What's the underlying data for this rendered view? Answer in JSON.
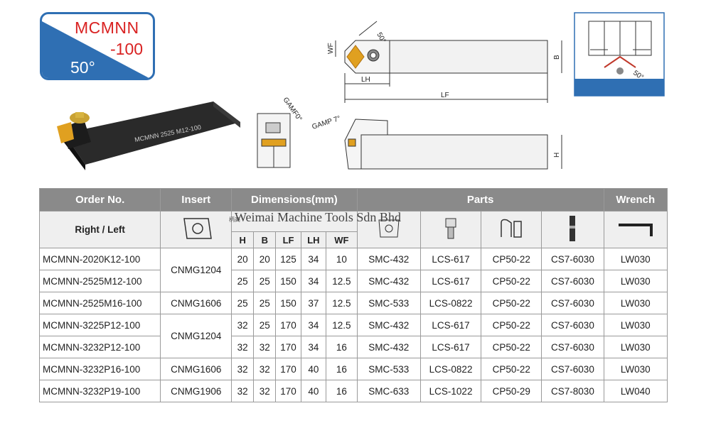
{
  "badge": {
    "line1": "MCMNN",
    "line2": "-100",
    "angle": "50°",
    "colors": {
      "border": "#2f6fb3",
      "fill": "#2f6fb3",
      "text": "#d92222"
    }
  },
  "tool_engraving": "MCMNN 2525 M12-100",
  "drawing_labels": {
    "angle_top": "50°",
    "wf": "WF",
    "lh": "LH",
    "lf": "LF",
    "b": "B",
    "h": "H",
    "gamf": "GAMF0°",
    "gamp": "GAMP 7°",
    "detail_angle": "50°"
  },
  "watermark": "Weimai Machine Tools Sdn Bhd",
  "hint_text": "柄高",
  "table": {
    "headers": {
      "order": "Order No.",
      "insert": "Insert",
      "dimensions": "Dimensions(mm)",
      "parts": "Parts",
      "wrench": "Wrench",
      "right_left": "Right / Left"
    },
    "dim_cols": [
      "H",
      "B",
      "LF",
      "LH",
      "WF"
    ],
    "rows": [
      {
        "order": "MCMNN-2020K12-100",
        "H": "20",
        "B": "20",
        "LF": "125",
        "LH": "34",
        "WF": "10",
        "p1": "SMC-432",
        "p2": "LCS-617",
        "p3": "CP50-22",
        "p4": "CS7-6030",
        "wrench": "LW030"
      },
      {
        "order": "MCMNN-2525M12-100",
        "H": "25",
        "B": "25",
        "LF": "150",
        "LH": "34",
        "WF": "12.5",
        "p1": "SMC-432",
        "p2": "LCS-617",
        "p3": "CP50-22",
        "p4": "CS7-6030",
        "wrench": "LW030"
      },
      {
        "order": "MCMNN-2525M16-100",
        "H": "25",
        "B": "25",
        "LF": "150",
        "LH": "37",
        "WF": "12.5",
        "p1": "SMC-533",
        "p2": "LCS-0822",
        "p3": "CP50-22",
        "p4": "CS7-6030",
        "wrench": "LW030"
      },
      {
        "order": "MCMNN-3225P12-100",
        "H": "32",
        "B": "25",
        "LF": "170",
        "LH": "34",
        "WF": "12.5",
        "p1": "SMC-432",
        "p2": "LCS-617",
        "p3": "CP50-22",
        "p4": "CS7-6030",
        "wrench": "LW030"
      },
      {
        "order": "MCMNN-3232P12-100",
        "H": "32",
        "B": "32",
        "LF": "170",
        "LH": "34",
        "WF": "16",
        "p1": "SMC-432",
        "p2": "LCS-617",
        "p3": "CP50-22",
        "p4": "CS7-6030",
        "wrench": "LW030"
      },
      {
        "order": "MCMNN-3232P16-100",
        "H": "32",
        "B": "32",
        "LF": "170",
        "LH": "40",
        "WF": "16",
        "p1": "SMC-533",
        "p2": "LCS-0822",
        "p3": "CP50-22",
        "p4": "CS7-6030",
        "wrench": "LW030"
      },
      {
        "order": "MCMNN-3232P19-100",
        "H": "32",
        "B": "32",
        "LF": "170",
        "LH": "40",
        "WF": "16",
        "p1": "SMC-633",
        "p2": "LCS-1022",
        "p3": "CP50-29",
        "p4": "CS7-8030",
        "wrench": "LW040"
      }
    ],
    "insert_groups": [
      "CNMG1204",
      "CNMG1606",
      "CNMG1204",
      "CNMG1606",
      "CNMG1906"
    ]
  }
}
